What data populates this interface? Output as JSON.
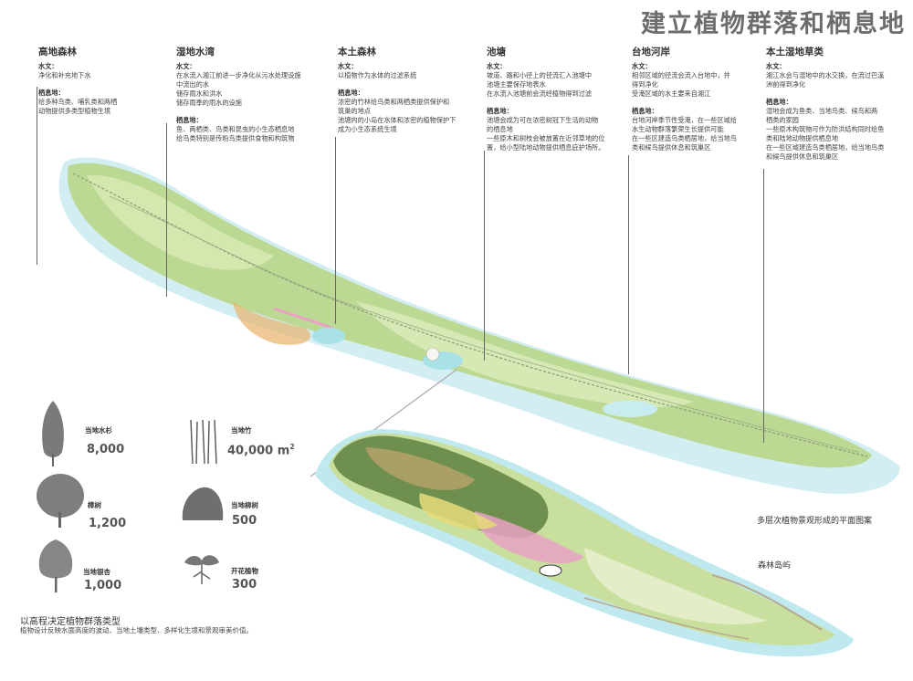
{
  "title": "建立植物群落和栖息地",
  "columns": [
    {
      "heading": "高地森林",
      "water_label": "水文：",
      "water_lines": [
        "净化和补充地下水"
      ],
      "habitat_label": "栖息地：",
      "habitat_lines": [
        "给多种鸟类、哺乳类和两栖",
        "动物提供多类型植物生境"
      ],
      "extra_lines": []
    },
    {
      "heading": "湿地水湾",
      "water_label": "水文：",
      "water_lines": [
        "在水流入湘江前进一步净化从污水处理设施",
        "中流出的水",
        "储存雨水和洪水",
        "储存雨季的雨水的设施"
      ],
      "habitat_label": "栖息地：",
      "habitat_lines": [
        "鱼、两栖类、鸟类和昆虫的小生态栖息地",
        "给鸟类特别是传粉鸟类提供食物和构筑物"
      ],
      "extra_lines": []
    },
    {
      "heading": "本土森林",
      "water_label": "水文：",
      "water_lines": [
        "以植物作为水体的过滤系统"
      ],
      "habitat_label": "栖息地：",
      "habitat_lines": [
        "浓密的竹林给鸟类和两栖类提供保护和",
        "筑巢的地点",
        "池塘内的小岛在水体和浓密的植物保护下",
        "成为小生态系统生境"
      ],
      "extra_lines": []
    },
    {
      "heading": "池塘",
      "water_label": "水文：",
      "water_lines": [
        "坡道、路和小径上的径流汇入池塘中",
        "池塘主要保存地表水",
        "在水流入池塘前会流经植物得到过滤"
      ],
      "habitat_label": "栖息地：",
      "habitat_lines": [
        "池塘会成为可在浓密树冠下生活的动物",
        "的栖息地",
        "一些原木和树枝会被放置在近邻草地的位",
        "置，给小型陆地动物提供栖息庇护场所。"
      ],
      "extra_lines": []
    },
    {
      "heading": "台地河岸",
      "water_label": "水文：",
      "water_lines": [
        "相邻区域的径流会流入台地中，并",
        "得到净化",
        "受淹区域的水主要来自湘江"
      ],
      "habitat_label": "栖息地：",
      "habitat_lines": [
        "台地河岸季节性受淹，在一些区域给",
        "水生动物群落繁荣生长提供可能",
        "在一些区建造鸟类栖居地，给当地鸟",
        "类和候鸟提供休息和筑巢区"
      ],
      "extra_lines": []
    },
    {
      "heading": "本土湿地草类",
      "water_label": "水文：",
      "water_lines": [
        "湘江水会与湿地中的水交换，在流过巴溪",
        "洲前得到净化"
      ],
      "habitat_label": "栖息地：",
      "habitat_lines": [
        "湿地会成为鱼类、当地鸟类、候鸟和两",
        "栖类的家园",
        "一些原木构筑物可作为防洪结构同时给鱼",
        "类和陆地动物提供栖息地",
        "在一些区域建造鸟类栖居地，给当地鸟类",
        "和候鸟提供休息和筑巢区"
      ],
      "extra_lines": []
    }
  ],
  "plants": [
    {
      "name": "当地水杉",
      "count": "8,000",
      "icon": "cypress-tree-icon"
    },
    {
      "name": "当地竹",
      "count": "40,000 m",
      "sup": "2",
      "icon": "bamboo-icon"
    },
    {
      "name": "樟树",
      "count": "1,200",
      "icon": "camphor-tree-icon"
    },
    {
      "name": "当地柳树",
      "count": "500",
      "icon": "willow-shrub-icon"
    },
    {
      "name": "当地银杏",
      "count": "1,000",
      "icon": "ginkgo-tree-icon"
    },
    {
      "name": "开花植物",
      "count": "300",
      "icon": "flowering-plant-icon"
    }
  ],
  "captions": {
    "plan_pattern": "多层次植物景观形成的平面图案",
    "forest_island": "森林岛屿"
  },
  "footer": {
    "heading": "以高程决定植物群落类型",
    "text": "植物设计反映水面高度的波动、当地土壤类型、多样化生境和景观审美价值。"
  },
  "colors": {
    "water": "#cdeef2",
    "water_deep": "#a8e2e6",
    "land_green": "#b9d890",
    "land_light": "#d8e9b2",
    "forest_dark": "#6f8f4e",
    "flower_pink": "#e9a2c4",
    "wetland_orange": "#e8b46b"
  }
}
